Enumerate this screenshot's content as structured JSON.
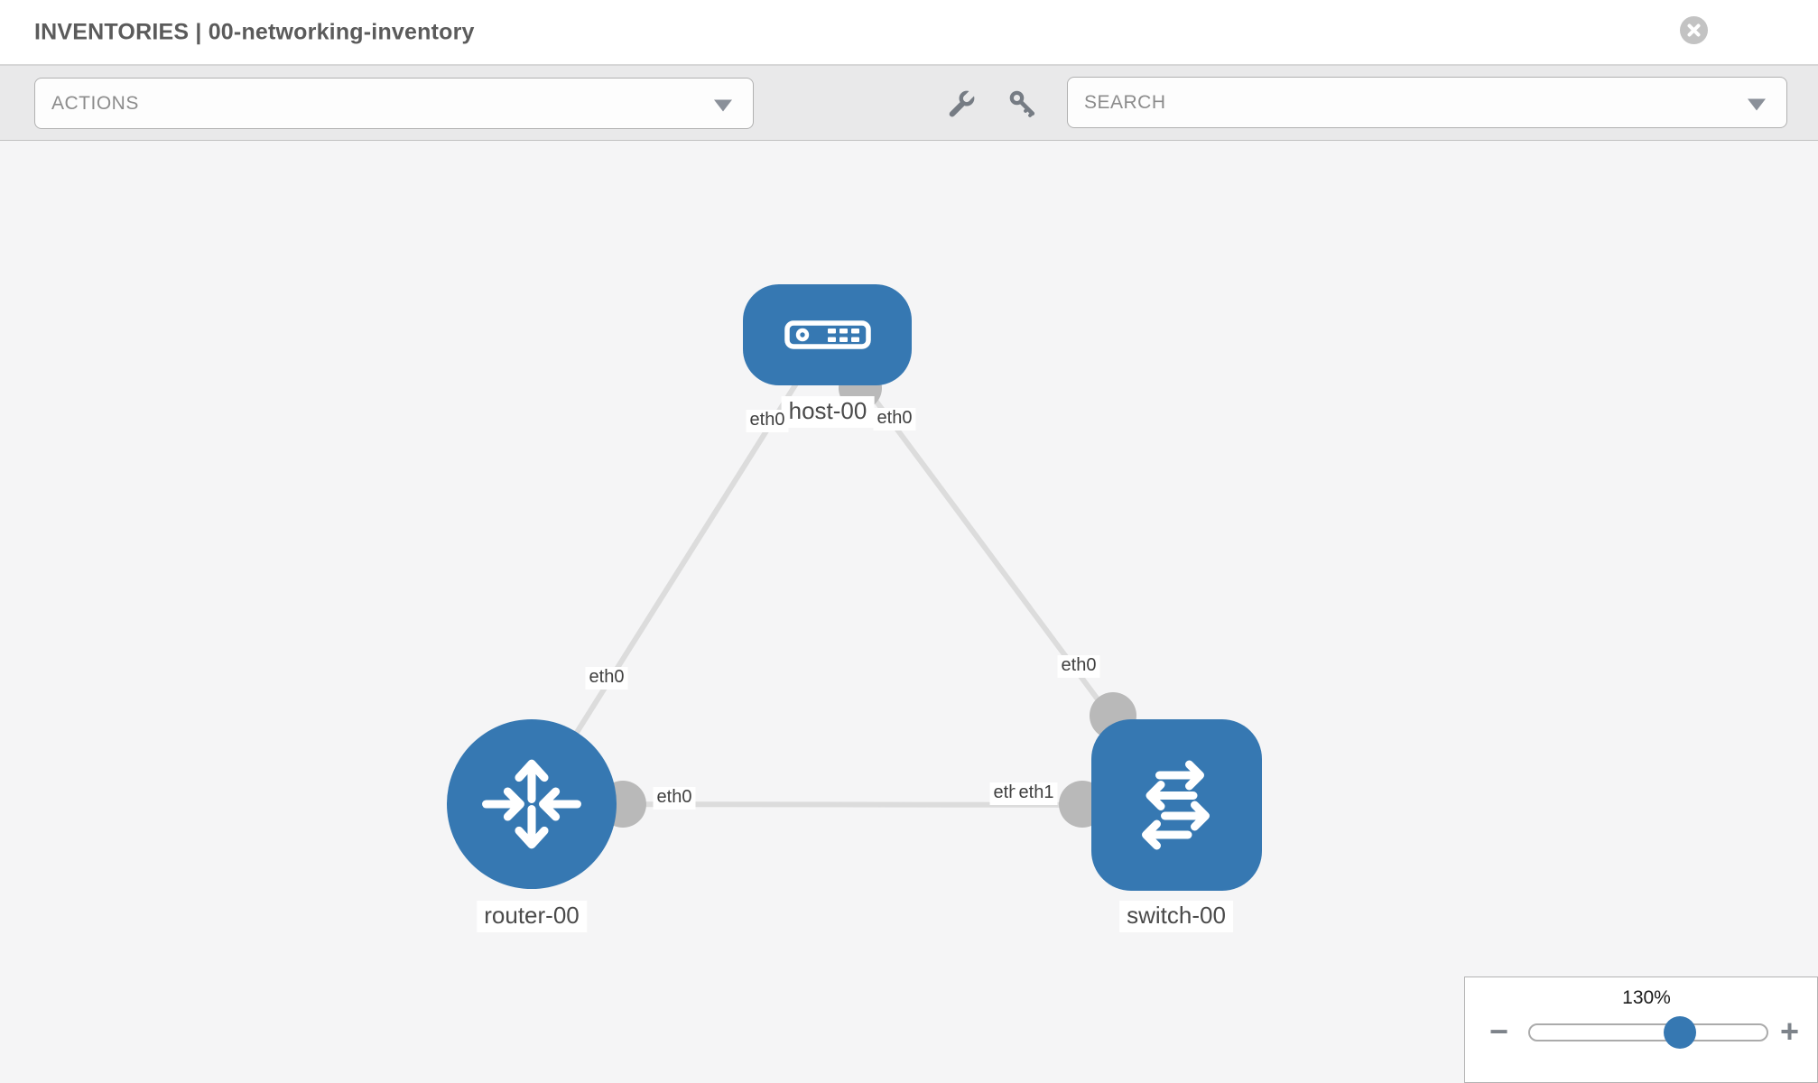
{
  "header": {
    "title": "INVENTORIES | 00-networking-inventory"
  },
  "toolbar": {
    "actions_label": "ACTIONS",
    "search_label": "SEARCH"
  },
  "icons": {
    "close": "circle-x-icon",
    "actions_caret": "caret-down-icon",
    "search_caret": "caret-down-icon",
    "wrench": "wrench-icon",
    "key": "key-icon",
    "host": "host-device-icon",
    "router": "router-arrows-icon",
    "switch": "switch-arrows-icon"
  },
  "topology": {
    "nodes": [
      {
        "label": "host-00",
        "type": "host"
      },
      {
        "label": "router-00",
        "type": "router"
      },
      {
        "label": "switch-00",
        "type": "switch"
      }
    ],
    "links": [
      {
        "from": "router-00",
        "to": "host-00"
      },
      {
        "from": "host-00",
        "to": "switch-00"
      },
      {
        "from": "router-00",
        "to": "switch-00"
      }
    ],
    "interface_labels": [
      {
        "text": "eth0",
        "position": "host-left"
      },
      {
        "text": "eth0",
        "position": "host-right"
      },
      {
        "text": "eth0",
        "position": "link-to-router"
      },
      {
        "text": "eth0",
        "position": "link-to-switch"
      },
      {
        "text": "eth0",
        "position": "router-right"
      },
      {
        "text": "eth0",
        "position": "switch-left-back"
      },
      {
        "text": "eth1",
        "position": "switch-left-front"
      }
    ]
  },
  "zoom_control": {
    "level": "130%",
    "minus_glyph": "−",
    "plus_glyph": "+"
  },
  "colors": {
    "node_blue": "#3678b2",
    "link_gray": "#dcdcdc",
    "interface_gray": "#b9b9b9",
    "toolbar_gray": "#e9e9ea",
    "canvas_gray": "#f5f5f6"
  }
}
